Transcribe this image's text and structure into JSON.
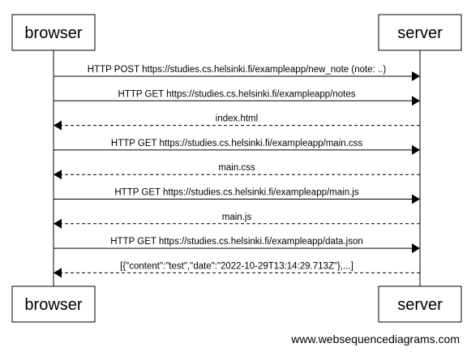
{
  "actors": [
    {
      "id": "browser",
      "label": "browser"
    },
    {
      "id": "server",
      "label": "server"
    }
  ],
  "messages": [
    {
      "from": "browser",
      "to": "server",
      "text": "HTTP POST https://studies.cs.helsinki.fi/exampleapp/new_note (note: ..)",
      "style": "solid"
    },
    {
      "from": "browser",
      "to": "server",
      "text": "HTTP GET https://studies.cs.helsinki.fi/exampleapp/notes",
      "style": "solid"
    },
    {
      "from": "server",
      "to": "browser",
      "text": "index.html",
      "style": "dashed"
    },
    {
      "from": "browser",
      "to": "server",
      "text": "HTTP GET https://studies.cs.helsinki.fi/exampleapp/main.css",
      "style": "solid"
    },
    {
      "from": "server",
      "to": "browser",
      "text": "main.css",
      "style": "dashed"
    },
    {
      "from": "browser",
      "to": "server",
      "text": "HTTP GET https://studies.cs.helsinki.fi/exampleapp/main.js",
      "style": "solid"
    },
    {
      "from": "server",
      "to": "browser",
      "text": "main.js",
      "style": "dashed"
    },
    {
      "from": "browser",
      "to": "server",
      "text": "HTTP GET https://studies.cs.helsinki.fi/exampleapp/data.json",
      "style": "solid"
    },
    {
      "from": "server",
      "to": "browser",
      "text": "[{\"content\":\"test\",\"date\":\"2022-10-29T13:14:29.713Z\"},...]",
      "style": "dashed"
    }
  ],
  "watermark": "www.websequencediagrams.com"
}
